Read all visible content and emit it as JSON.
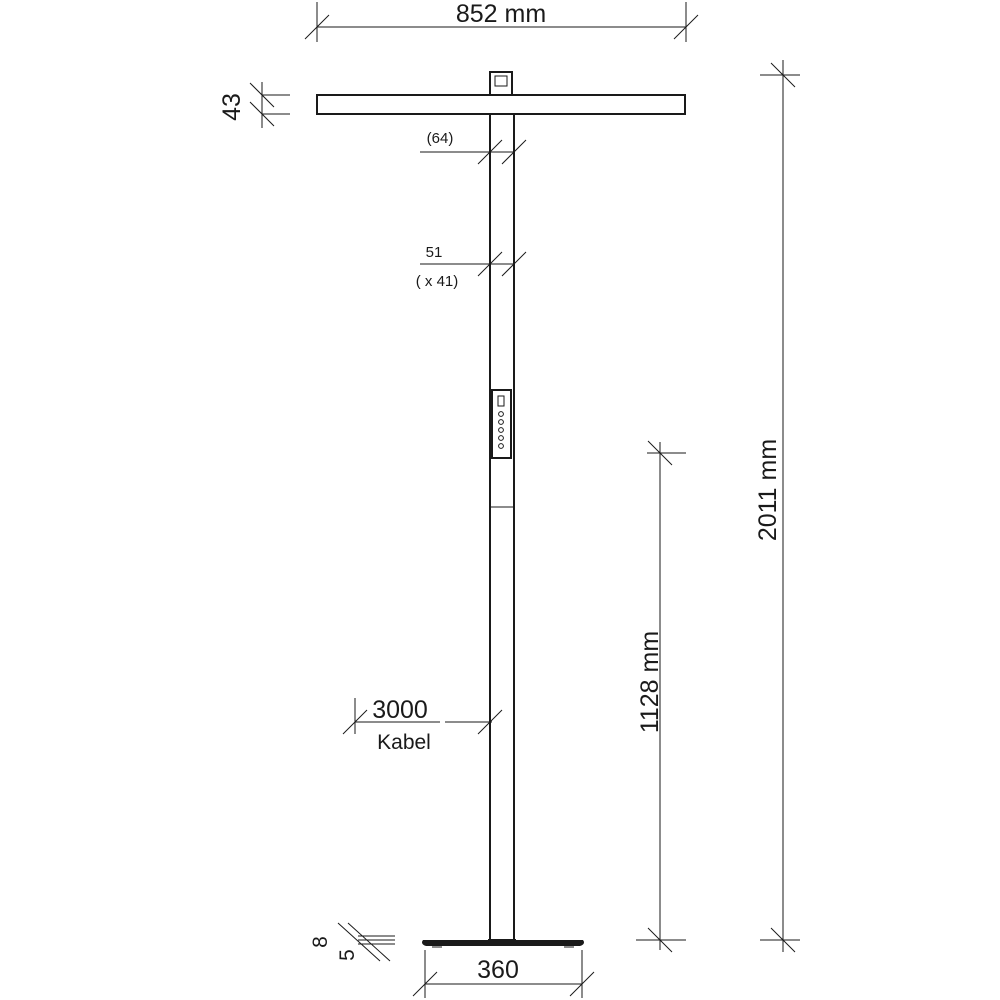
{
  "drawing": {
    "dimensions": {
      "head_width": "852  mm",
      "head_thickness": "43",
      "neck_width": "(64)",
      "pole_width": "51",
      "pole_depth": "( x 41)",
      "cable_length": "3000",
      "cable_label": "Kabel",
      "switch_height": "1128 mm",
      "total_height": "2011 mm",
      "base_thickness_upper": "8",
      "base_thickness_lower": "5",
      "base_width": "360"
    },
    "line_color": "#1a1a1a"
  }
}
